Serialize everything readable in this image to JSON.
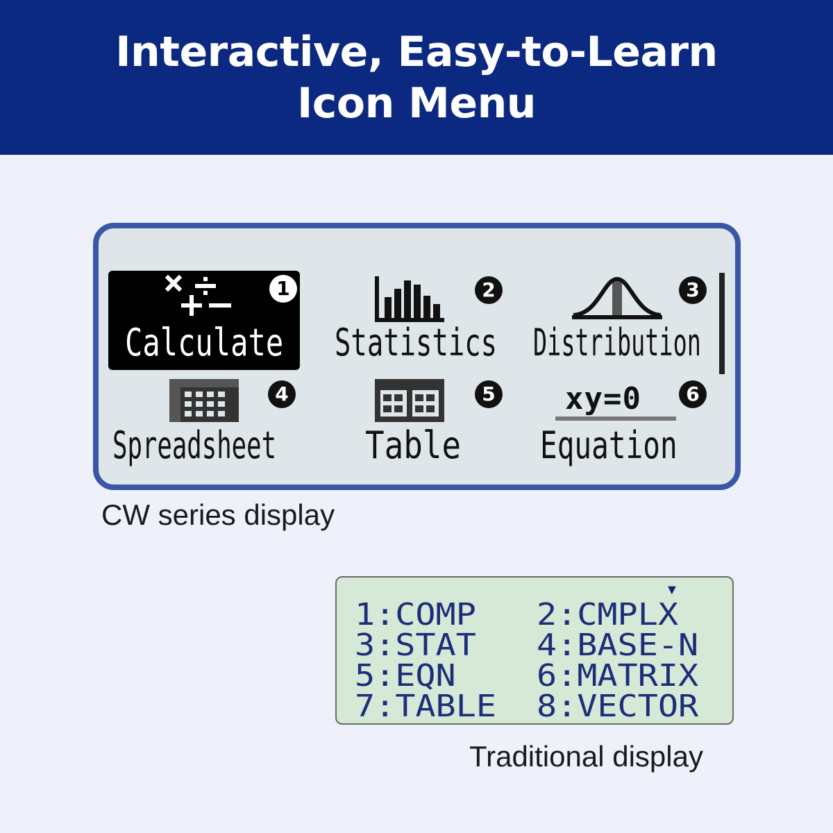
{
  "banner": {
    "line1": "Interactive, Easy-to-Learn",
    "line2": "Icon Menu"
  },
  "cw_display": {
    "caption": "CW series display",
    "items": [
      {
        "num": "1",
        "label": "Calculate",
        "icon": "math-operators-icon",
        "selected": true
      },
      {
        "num": "2",
        "label": "Statistics",
        "icon": "bar-chart-icon",
        "selected": false
      },
      {
        "num": "3",
        "label": "Distribution",
        "icon": "bell-curve-icon",
        "selected": false
      },
      {
        "num": "4",
        "label": "Spreadsheet",
        "icon": "spreadsheet-grid-icon",
        "selected": false
      },
      {
        "num": "5",
        "label": "Table",
        "icon": "table-icon",
        "selected": false
      },
      {
        "num": "6",
        "label": "Equation",
        "icon": "equation-icon",
        "icon_text": "xy=0",
        "selected": false
      }
    ]
  },
  "traditional_display": {
    "caption": "Traditional display",
    "items": [
      "1:COMP",
      "2:CMPLX",
      "3:STAT",
      "4:BASE-N",
      "5:EQN",
      "6:MATRIX",
      "7:TABLE",
      "8:VECTOR"
    ]
  },
  "colors": {
    "banner": "#0c2982",
    "cw_border": "#3a57a7",
    "cw_screen": "#dfe6ea",
    "trad_screen": "#d6e8d6",
    "trad_text": "#1c2d7a"
  }
}
